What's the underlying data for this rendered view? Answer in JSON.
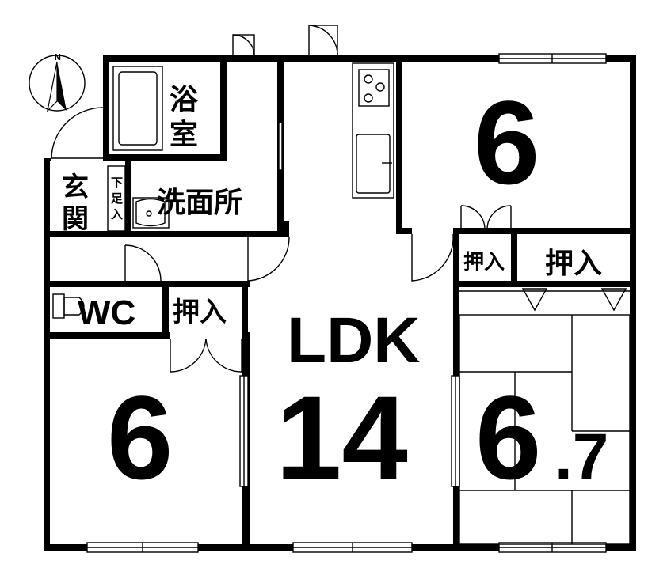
{
  "compass": {
    "north_label": "N"
  },
  "rooms": {
    "bath": [
      "浴",
      "室"
    ],
    "entrance": [
      "玄",
      "関"
    ],
    "shoe_box": [
      "下",
      "足",
      "入"
    ],
    "washroom": "洗面所",
    "wc": "WC",
    "closet_left": "押入",
    "closet_small": "押入",
    "closet_right": "押入",
    "ldk": {
      "name": "LDK",
      "size": "14"
    },
    "bedroom_left": {
      "size": "6"
    },
    "bedroom_top_right": {
      "size": "6"
    },
    "tatami_room": {
      "size": "6",
      "size_decimal": ".7"
    }
  },
  "colors": {
    "walls": "#000000",
    "background": "#ffffff"
  }
}
